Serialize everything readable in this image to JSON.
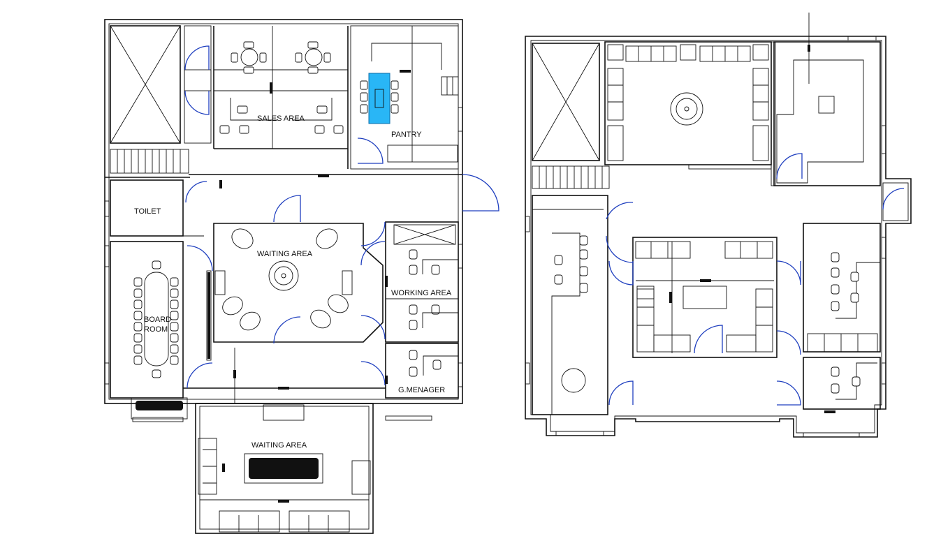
{
  "drawing": {
    "labels": {
      "sales_area": "SALES AREA",
      "pantry": "PANTRY",
      "toilet": "TOILET",
      "waiting_area": "WAITING AREA",
      "working_area": "WORKING AREA",
      "board_line1": "BOARD",
      "board_line2": "ROOM",
      "g_manager": "G.MENAGER",
      "waiting_area_annex": "WAITING AREA"
    },
    "colors": {
      "line": "#111111",
      "door_swing": "#1f3fbf",
      "highlight_table": "#29b6f6"
    }
  }
}
